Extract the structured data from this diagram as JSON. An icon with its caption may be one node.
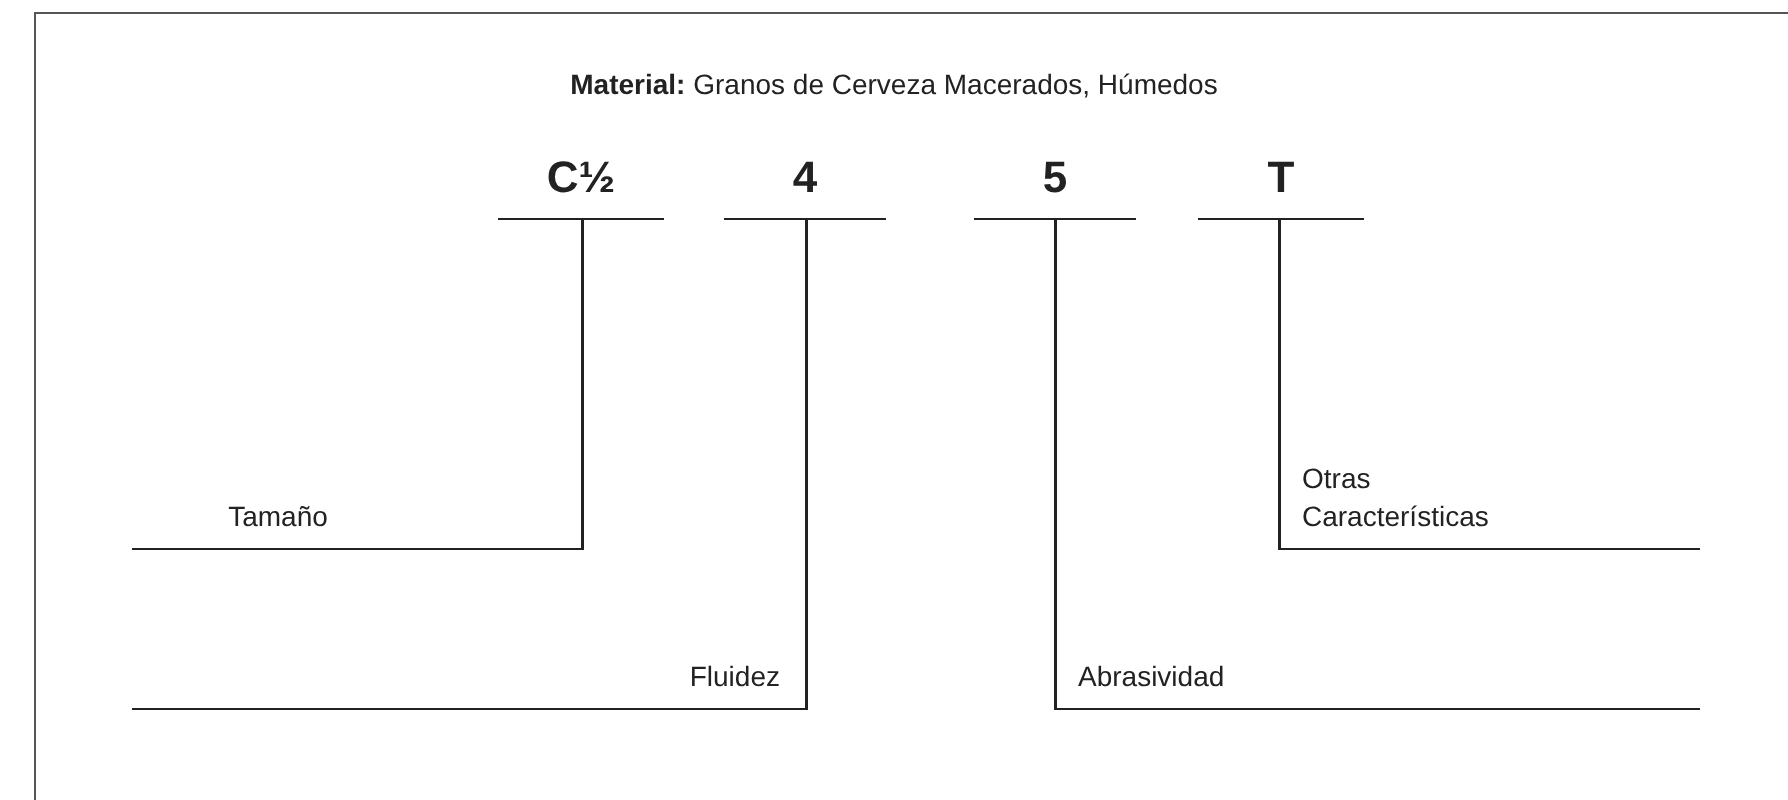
{
  "diagram": {
    "title": "**Material:** Granos de Cerveza Macerados, Húmedos",
    "nodes": [
      {
        "text": [
          "C½"
        ]
      },
      {
        "text": [
          "4"
        ]
      },
      {
        "text": [
          "5"
        ]
      },
      {
        "text": [
          "T"
        ]
      },
      {
        "text": [
          "Tamaño"
        ]
      },
      {
        "text": [
          "Otras Características"
        ]
      },
      {
        "text": [
          "Fluidez"
        ]
      },
      {
        "text": [
          "Abrasividad"
        ]
      }
    ],
    "edges": [
      {
        "from": 4,
        "to": 0,
        "arrow": "none"
      },
      {
        "from": 6,
        "to": 1,
        "arrow": "none"
      },
      {
        "from": 7,
        "to": 2,
        "arrow": "none"
      },
      {
        "from": 5,
        "to": 3,
        "arrow": "none"
      }
    ]
  }
}
